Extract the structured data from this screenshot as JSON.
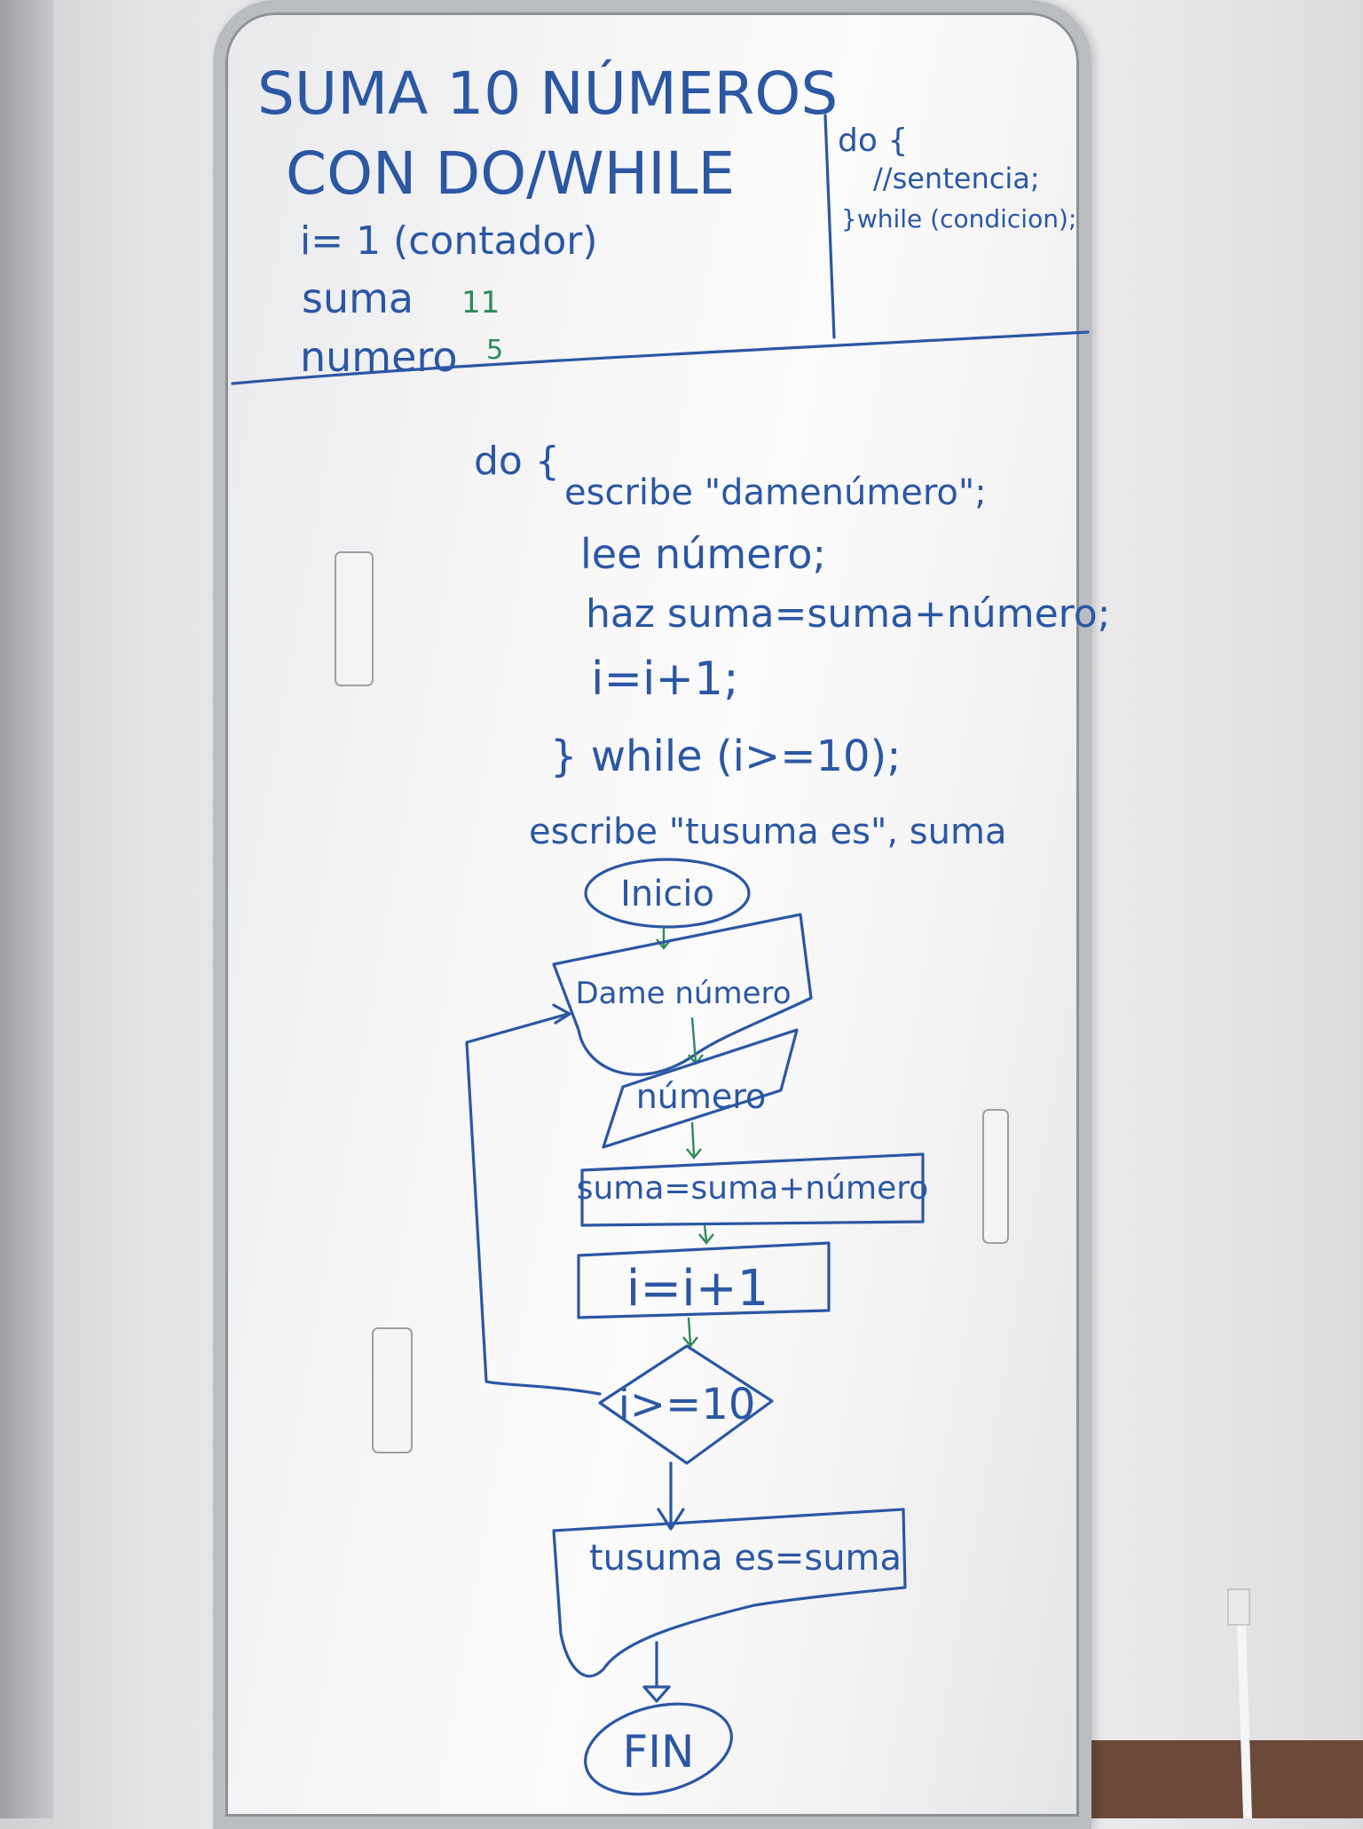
{
  "header": {
    "title_line1": "SUMA 10 NÚMEROS",
    "title_line2": "CON DO/WHILE",
    "var_i": "i= 1 (contador)",
    "var_suma": "suma",
    "var_suma_value": "11",
    "var_numero": "numero",
    "var_numero_value": "5"
  },
  "syntax_box": {
    "line1": "do {",
    "line2": "//sentencia;",
    "line3": "}while (condicion);"
  },
  "pseudocode": {
    "lines": [
      "do {",
      "escribe \"damenúmero\";",
      "lee número;",
      "haz suma=suma+número;",
      "i=i+1;",
      "} while (i>=10);",
      "escribe \"tusuma es\", suma"
    ]
  },
  "flowchart": {
    "start": "Inicio",
    "output1": "Dame número",
    "input": "número",
    "process1": "suma=suma+número",
    "process2": "i=i+1",
    "decision": "i>=10",
    "output2": "tusuma es=suma",
    "end": "FIN"
  },
  "colors": {
    "marker_blue": "#2b57a3",
    "marker_green": "#2f8a5a",
    "board_white": "#f6f6f7",
    "frame_silver": "#b9bcc1"
  }
}
